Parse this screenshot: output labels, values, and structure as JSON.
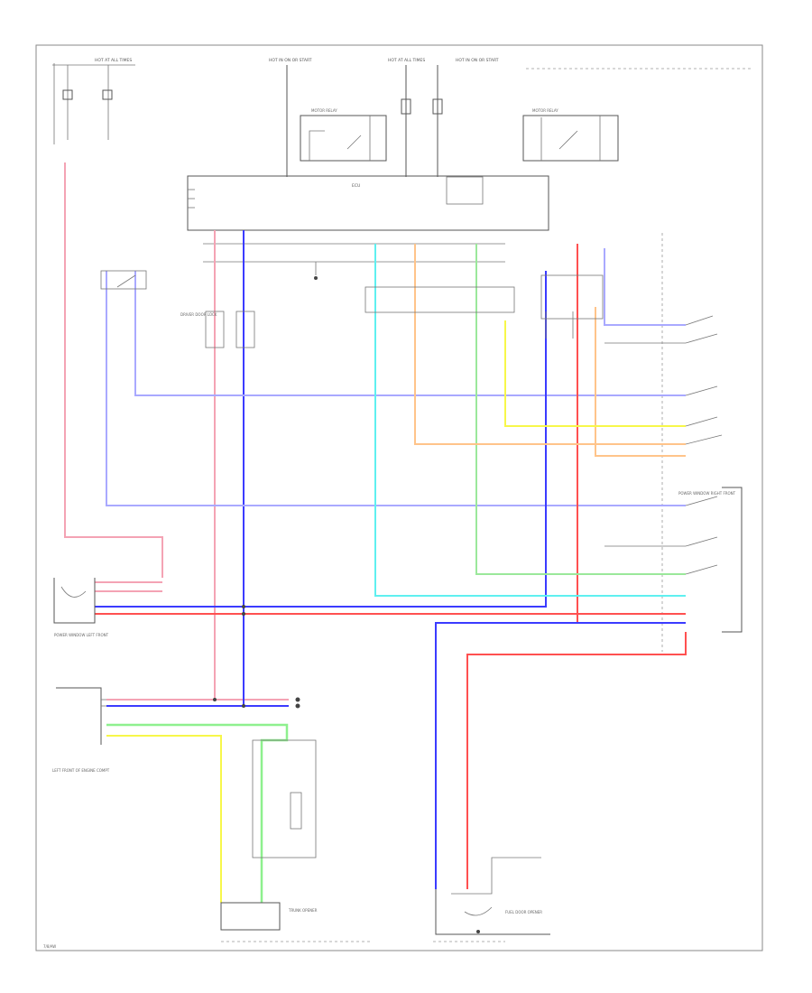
{
  "diagram": {
    "labels": {
      "top_fuse_1": "HOT AT ALL TIMES",
      "top_fuse_2": "HOT IN ON OR START",
      "top_fuse_3": "HOT AT ALL TIMES",
      "top_fuse_4": "HOT IN ON OR START",
      "relay_left": "MOTOR RELAY",
      "relay_right": "MOTOR RELAY",
      "ecu": "ECU",
      "ground_left": "POWER WINDOW LEFT FRONT",
      "ground_right": "POWER WINDOW RIGHT FRONT",
      "mid_left": "DRIVER DOOR LOCK",
      "bottom_left": "LEFT FRONT OF ENGINE COMPT",
      "bottom_center": "TRUNK OPENER",
      "bottom_right": "FUEL DOOR OPENER",
      "page_id": "7/8/AW"
    }
  }
}
